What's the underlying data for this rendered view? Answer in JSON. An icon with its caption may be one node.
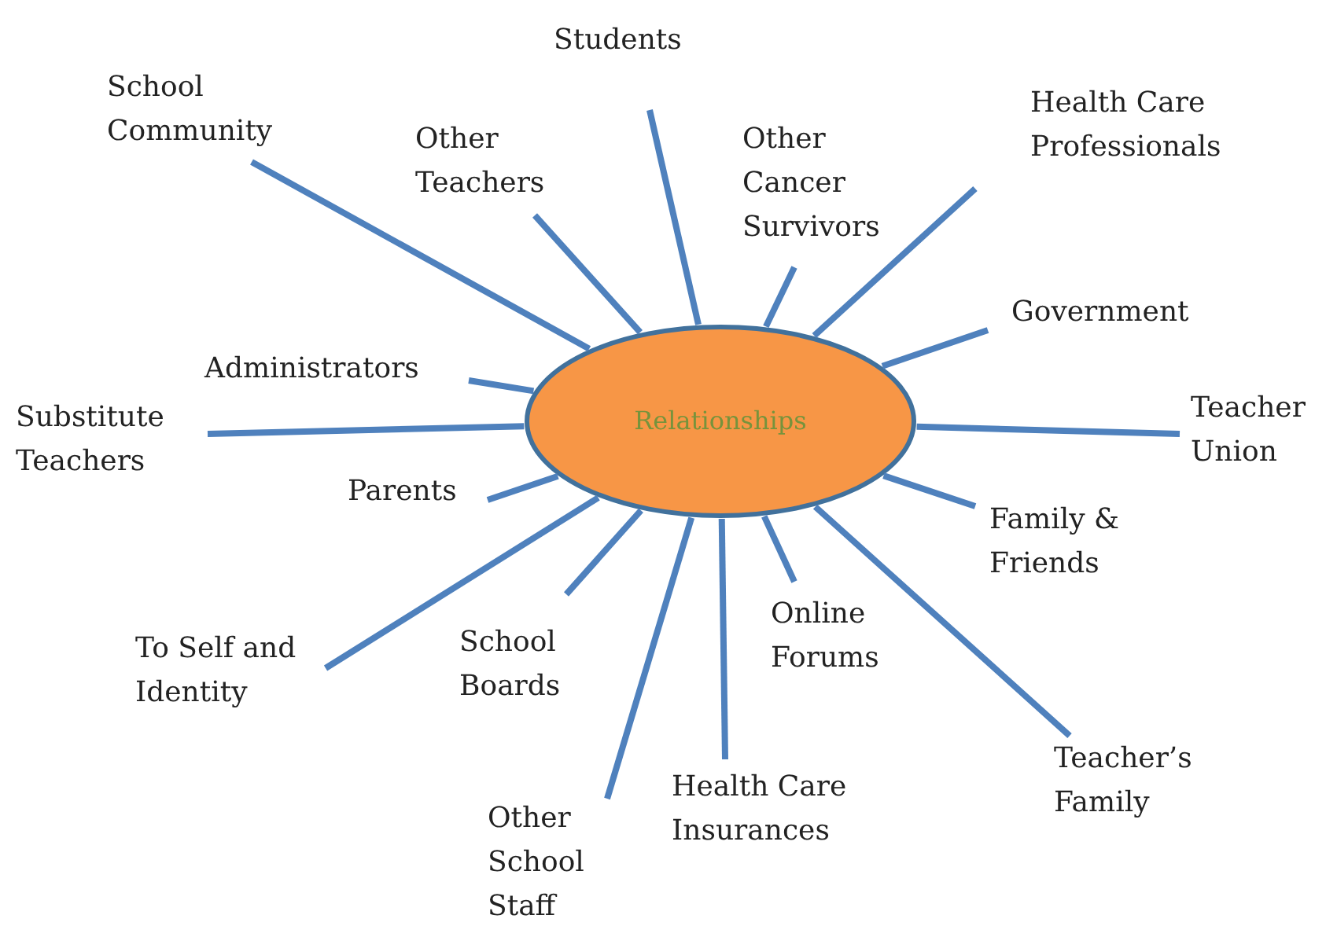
{
  "diagram": {
    "nodes": [
      {
        "text": [
          "Relationships"
        ]
      },
      {
        "text": [
          "Students"
        ]
      },
      {
        "text": [
          "School Community"
        ]
      },
      {
        "text": [
          "Other Teachers"
        ]
      },
      {
        "text": [
          "Other Cancer Survivors"
        ]
      },
      {
        "text": [
          "Health Care Professionals"
        ]
      },
      {
        "text": [
          "Government"
        ]
      },
      {
        "text": [
          "Administrators"
        ]
      },
      {
        "text": [
          "Teacher Union"
        ]
      },
      {
        "text": [
          "Substitute Teachers"
        ]
      },
      {
        "text": [
          "Parents"
        ]
      },
      {
        "text": [
          "Family & Friends"
        ]
      },
      {
        "text": [
          "To Self and Identity"
        ]
      },
      {
        "text": [
          "School Boards"
        ]
      },
      {
        "text": [
          "Online Forums"
        ]
      },
      {
        "text": [
          "Teacher’s Family"
        ]
      },
      {
        "text": [
          "Health Care Insurances"
        ]
      },
      {
        "text": [
          "Other School Staff"
        ]
      }
    ],
    "edges": [
      {
        "from": 0,
        "to": 1,
        "arrow": "none"
      },
      {
        "from": 0,
        "to": 2,
        "arrow": "none"
      },
      {
        "from": 0,
        "to": 3,
        "arrow": "none"
      },
      {
        "from": 0,
        "to": 4,
        "arrow": "none"
      },
      {
        "from": 0,
        "to": 5,
        "arrow": "none"
      },
      {
        "from": 0,
        "to": 6,
        "arrow": "none"
      },
      {
        "from": 0,
        "to": 7,
        "arrow": "none"
      },
      {
        "from": 0,
        "to": 8,
        "arrow": "none"
      },
      {
        "from": 0,
        "to": 9,
        "arrow": "none"
      },
      {
        "from": 0,
        "to": 10,
        "arrow": "none"
      },
      {
        "from": 0,
        "to": 11,
        "arrow": "none"
      },
      {
        "from": 0,
        "to": 12,
        "arrow": "none"
      },
      {
        "from": 0,
        "to": 13,
        "arrow": "none"
      },
      {
        "from": 0,
        "to": 14,
        "arrow": "none"
      },
      {
        "from": 0,
        "to": 15,
        "arrow": "none"
      },
      {
        "from": 0,
        "to": 16,
        "arrow": "none"
      },
      {
        "from": 0,
        "to": 17,
        "arrow": "none"
      }
    ]
  }
}
